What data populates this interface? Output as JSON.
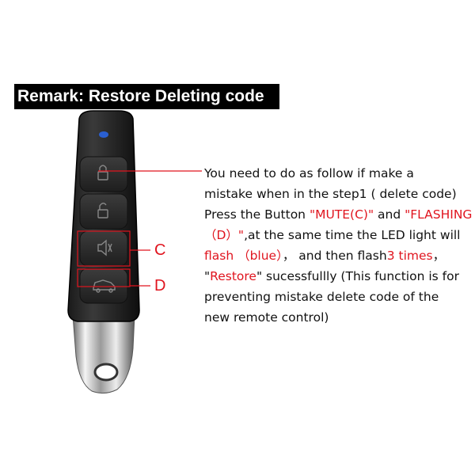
{
  "banner": {
    "title": "Remark:  Restore Deleting code"
  },
  "labels": {
    "c": "C",
    "d": "D"
  },
  "instructions": {
    "l1": "You need to do as follow if make a",
    "l2": "mistake when in the step1 ( delete code)",
    "l3a": "Press the Button ",
    "l3b": "\"MUTE(C)\"",
    "l3c": " and ",
    "l3d": "\"FLASHING",
    "l4a": "（D）\"",
    "l4b": ",at the same time the LED light will",
    "l5a": "flash （blue）",
    "l5b": "， and then flash",
    "l5c": "3 times",
    "l5d": "，",
    "l6a": "\"",
    "l6b": "Restore",
    "l6c": "\" sucessfullly (This function is for",
    "l7": "preventing mistake delete code of the",
    "l8": "new remote control)"
  },
  "colors": {
    "accent": "#e0141e",
    "banner_bg": "#000000",
    "banner_text": "#ffffff"
  },
  "remote": {
    "buttons": [
      "lock-icon",
      "unlock-icon",
      "mute-speaker-icon",
      "trunk-car-icon"
    ]
  }
}
